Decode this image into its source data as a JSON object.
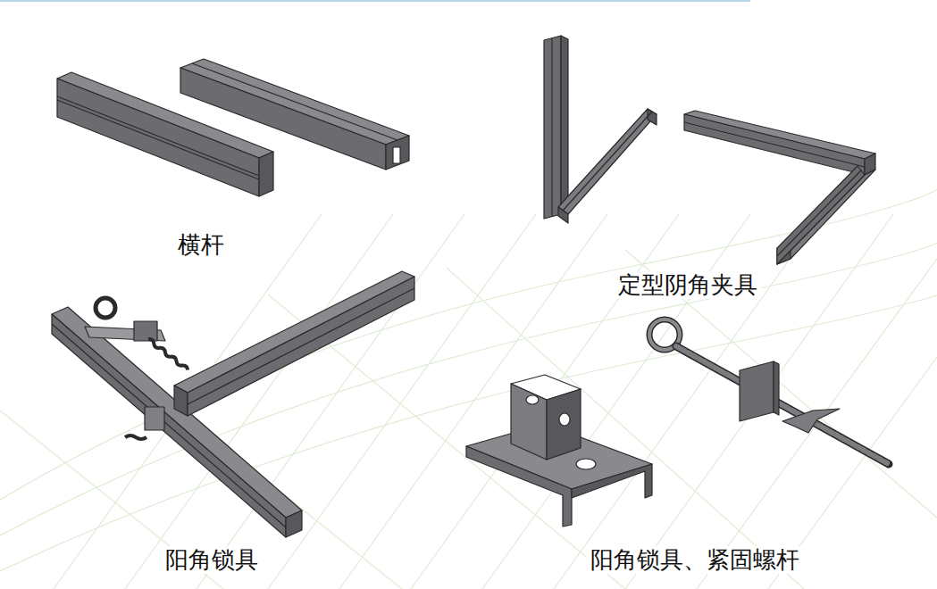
{
  "diagram": {
    "labels": [
      "横杆",
      "定型阴角夹具",
      "阳角锁具",
      "阳角锁具、紧固螺杆"
    ]
  }
}
